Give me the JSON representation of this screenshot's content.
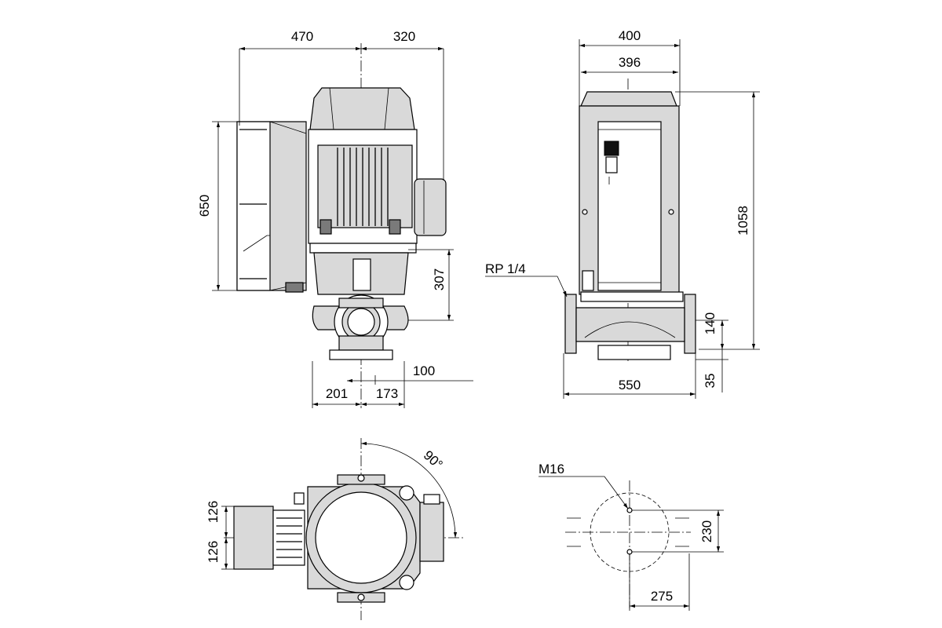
{
  "dimensions": {
    "front_left_width": "470",
    "front_right_width": "320",
    "motor_height": "650",
    "pump_height": "307",
    "offset_100": "100",
    "base_left": "201",
    "base_right": "173",
    "side_total_width": "400",
    "side_inner_width": "396",
    "total_height": "1058",
    "port_label": "RP 1/4",
    "port_height": "140",
    "base_height": "35",
    "flange_length": "550",
    "angle": "90°",
    "top_upper_offset": "126",
    "top_lower_offset": "126",
    "bolt_label": "M16",
    "bolt_spacing_vertical": "230",
    "bolt_spacing_horizontal": "275"
  }
}
